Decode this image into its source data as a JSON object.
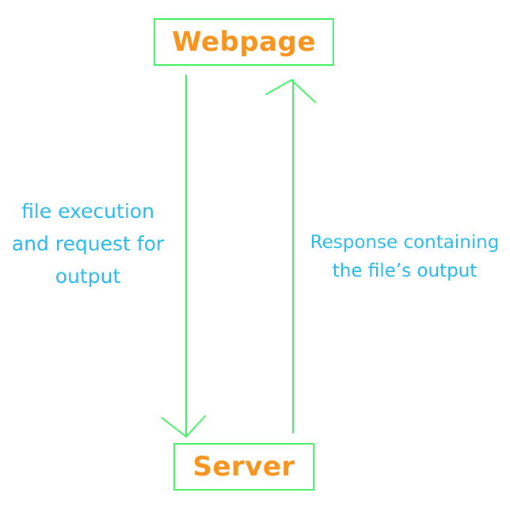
{
  "diagram": {
    "nodes": {
      "webpage": {
        "label": "Webpage"
      },
      "server": {
        "label": "Server"
      }
    },
    "edges": {
      "request": {
        "line1": "file execution",
        "line2": "and request for",
        "line3": "output"
      },
      "response": {
        "line1": "Response containing",
        "line2": "the file’s output"
      }
    },
    "colors": {
      "node_border": "#49f06a",
      "node_text": "#f7941d",
      "label_text": "#2ab9e9",
      "arrow": "#49f06a"
    }
  }
}
